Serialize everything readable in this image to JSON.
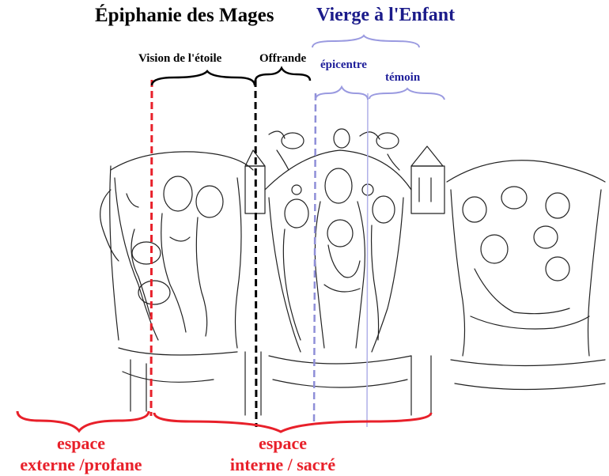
{
  "labels": {
    "title_left": "Épiphanie des Mages",
    "title_right": "Vierge à l'Enfant",
    "vision": "Vision de l'étoile",
    "offrande": "Offrande",
    "epicentre": "épicentre",
    "temoin": "témoin",
    "espace_externe_1": "espace",
    "espace_externe_2": "externe /profane",
    "espace_interne_1": "espace",
    "espace_interne_2": "interne / sacré"
  },
  "colors": {
    "red": "#e8202a",
    "blue_text": "#1b1b8a",
    "blue_line": "#8f8fd8",
    "black": "#000000"
  }
}
